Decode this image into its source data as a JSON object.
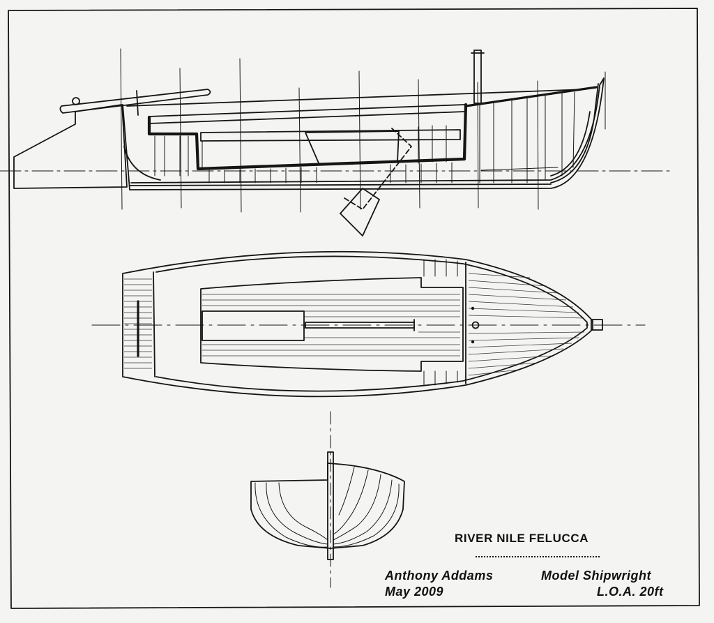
{
  "drawing": {
    "title": "River Nile Felucca",
    "designer": "Anthony Addams",
    "role": "Model Shipwright",
    "date": "May 2009",
    "loa": "L.O.A. 20ft"
  },
  "colors": {
    "paper": "#f4f4f2",
    "ink": "#151515"
  },
  "views": [
    "profile-view",
    "plan-view",
    "body-section-view"
  ]
}
